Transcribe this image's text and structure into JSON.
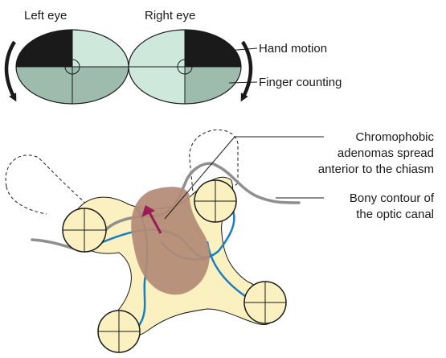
{
  "eyes": {
    "left_title": "Left eye",
    "right_title": "Right eye"
  },
  "legend": {
    "hand_motion": "Hand motion",
    "finger_counting": "Finger counting"
  },
  "annotations": {
    "adenoma_line1": "Chromophobic",
    "adenoma_line2": "adenomas spread",
    "adenoma_line3": "anterior to the chiasm",
    "canal_line1": "Bony contour of",
    "canal_line2": "the optic canal"
  },
  "colors": {
    "hand_motion_fill": "#1a1a1a",
    "finger_counting_fill": "#9dbcae",
    "intact_field_fill": "#cfe8dc",
    "anatomy_fill": "#fbf1c0",
    "adenoma_fill": "#b48b75",
    "vessel_stroke": "#1a7ec2",
    "arrow_color": "#9b1b55",
    "bone_contour": "#8f8f8f"
  }
}
